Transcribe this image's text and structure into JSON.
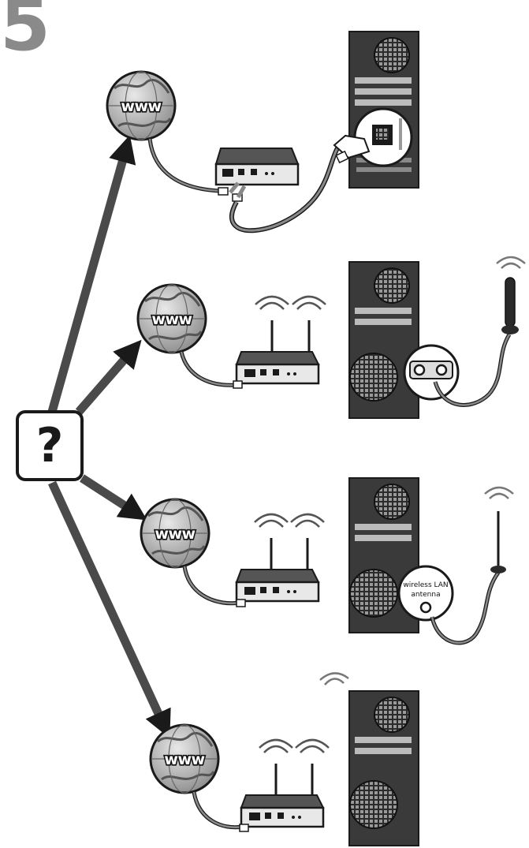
{
  "step": {
    "number": "5"
  },
  "decision": {
    "symbol": "?"
  },
  "options": [
    {
      "id": "wired",
      "globe_label": "www",
      "connection": "ethernet-cable",
      "icons": [
        "globe-icon",
        "modem-icon",
        "ethernet-plug-icon",
        "computer-tower-icon"
      ]
    },
    {
      "id": "wireless-external-antenna",
      "globe_label": "www",
      "connection": "wireless-router-with-external-antenna",
      "icons": [
        "globe-icon",
        "wireless-router-icon",
        "antenna-icon",
        "computer-tower-icon"
      ]
    },
    {
      "id": "wireless-lan-antenna",
      "globe_label": "www",
      "connection": "wireless-router-with-lan-antenna",
      "port_label": "wireless LAN antenna",
      "port_label_line1": "wireless LAN",
      "port_label_line2": "antenna",
      "icons": [
        "globe-icon",
        "wireless-router-icon",
        "antenna-icon",
        "computer-tower-icon"
      ]
    },
    {
      "id": "wireless-builtin",
      "globe_label": "www",
      "connection": "wireless-router-builtin-adapter",
      "icons": [
        "globe-icon",
        "wireless-router-icon",
        "computer-tower-icon"
      ]
    }
  ],
  "colors": {
    "arrow": "#4a4a4a",
    "outline": "#1a1a1a",
    "step_number": "#8a8a8a",
    "globe_fill": "#b0b0b0",
    "tower_fill": "#3a3a3a"
  }
}
